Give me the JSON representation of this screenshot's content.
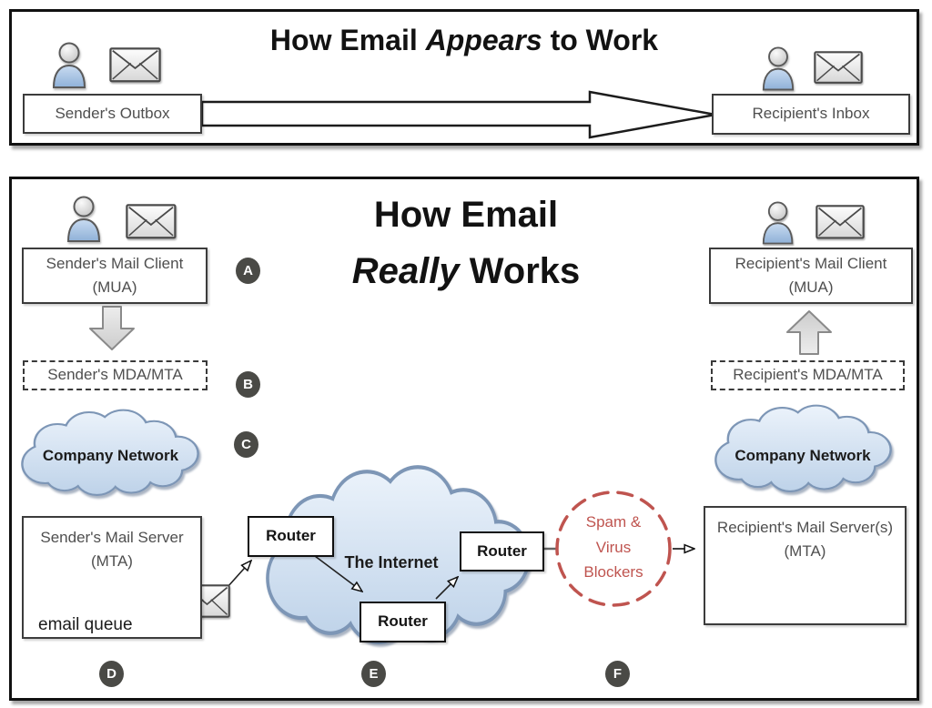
{
  "top_panel": {
    "title": {
      "prefix": "How Email ",
      "italic": "Appears",
      "suffix": " to Work"
    },
    "sender_outbox": "Sender's Outbox",
    "recipient_inbox": "Recipient's Inbox"
  },
  "bottom_panel": {
    "title": {
      "line1": "How Email",
      "line2_italic": "Really",
      "line2_rest": " Works"
    },
    "sender_client": {
      "line1": "Sender's Mail Client",
      "line2": "(MUA)"
    },
    "sender_mda": "Sender's MDA/MTA",
    "company_network_left": "Company Network",
    "sender_server": {
      "line1": "Sender's Mail Server",
      "line2": "(MTA)",
      "queue_label": "email queue"
    },
    "internet_label": "The Internet",
    "routers": [
      "Router",
      "Router",
      "Router"
    ],
    "spam_blockers": {
      "line1": "Spam &",
      "line2": "Virus",
      "line3": "Blockers"
    },
    "recipient_server": {
      "line1": "Recipient's Mail Server(s)",
      "line2": "(MTA)"
    },
    "company_network_right": "Company Network",
    "recipient_mda": "Recipient's MDA/MTA",
    "recipient_client": {
      "line1": "Recipient's Mail Client",
      "line2": "(MUA)"
    },
    "badges": {
      "a": "A",
      "b": "B",
      "c": "C",
      "d": "D",
      "e": "E",
      "f": "F"
    }
  },
  "colors": {
    "spam_red": "#bf544f",
    "badge_bg": "#4a4a46",
    "cloud_stroke": "#7d96b6",
    "cloud_fill_top": "#ecf3fb",
    "cloud_fill_bottom": "#bcd1e8",
    "person_blue": "#a9c5e5"
  }
}
